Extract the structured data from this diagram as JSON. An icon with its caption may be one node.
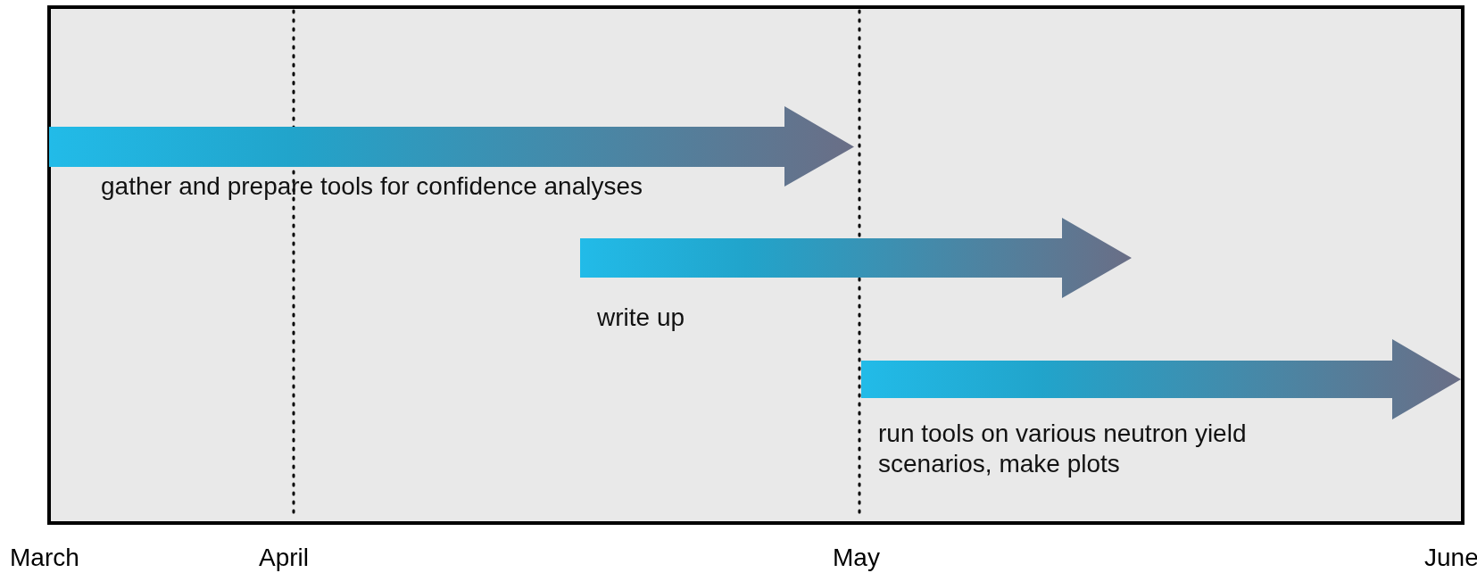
{
  "diagram": {
    "labels": [
      "gather and prepare tools for confidence analyses",
      "write up",
      "run tools on various neutron yield scenarios, make plots",
      "March",
      "April",
      "May",
      "June"
    ]
  }
}
